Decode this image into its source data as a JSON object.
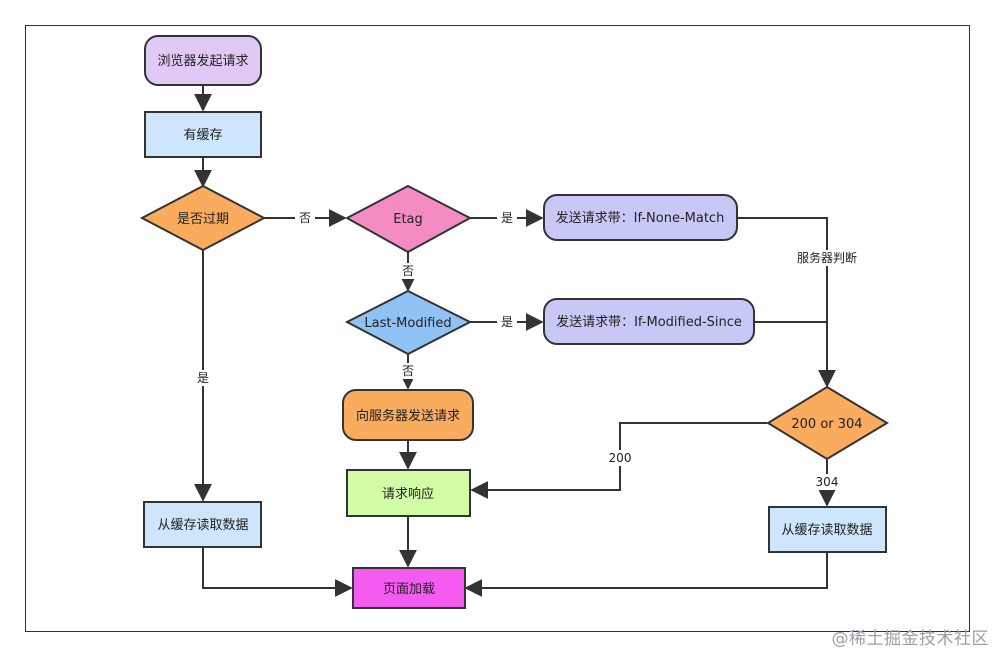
{
  "nodes": {
    "browser_request": "浏览器发起请求",
    "has_cache": "有缓存",
    "expired": "是否过期",
    "etag": "Etag",
    "if_none_match": "发送请求带：If-None-Match",
    "last_modified": "Last-Modified",
    "if_modified_since": "发送请求带：If-Modified-Since",
    "server_request": "向服务器发送请求",
    "response": "请求响应",
    "read_cache_left": "从缓存读取数据",
    "read_cache_right": "从缓存读取数据",
    "page_load": "页面加载",
    "status_check": "200 or 304"
  },
  "edges": {
    "no1": "否",
    "yes1": "是",
    "no2": "否",
    "yes2": "是",
    "no3": "否",
    "yes_expired": "是",
    "server_judge": "服务器判断",
    "code200": "200",
    "code304": "304"
  },
  "colors": {
    "purple": "#e1c9f5",
    "blue_light": "#cde6fb",
    "orange": "#f9ac5e",
    "pink": "#f58bc3",
    "lavender": "#c8c8f7",
    "sky": "#8fc3f4",
    "green": "#d3fca6",
    "magenta": "#f55bf1"
  },
  "watermark": "@稀土掘金技术社区"
}
